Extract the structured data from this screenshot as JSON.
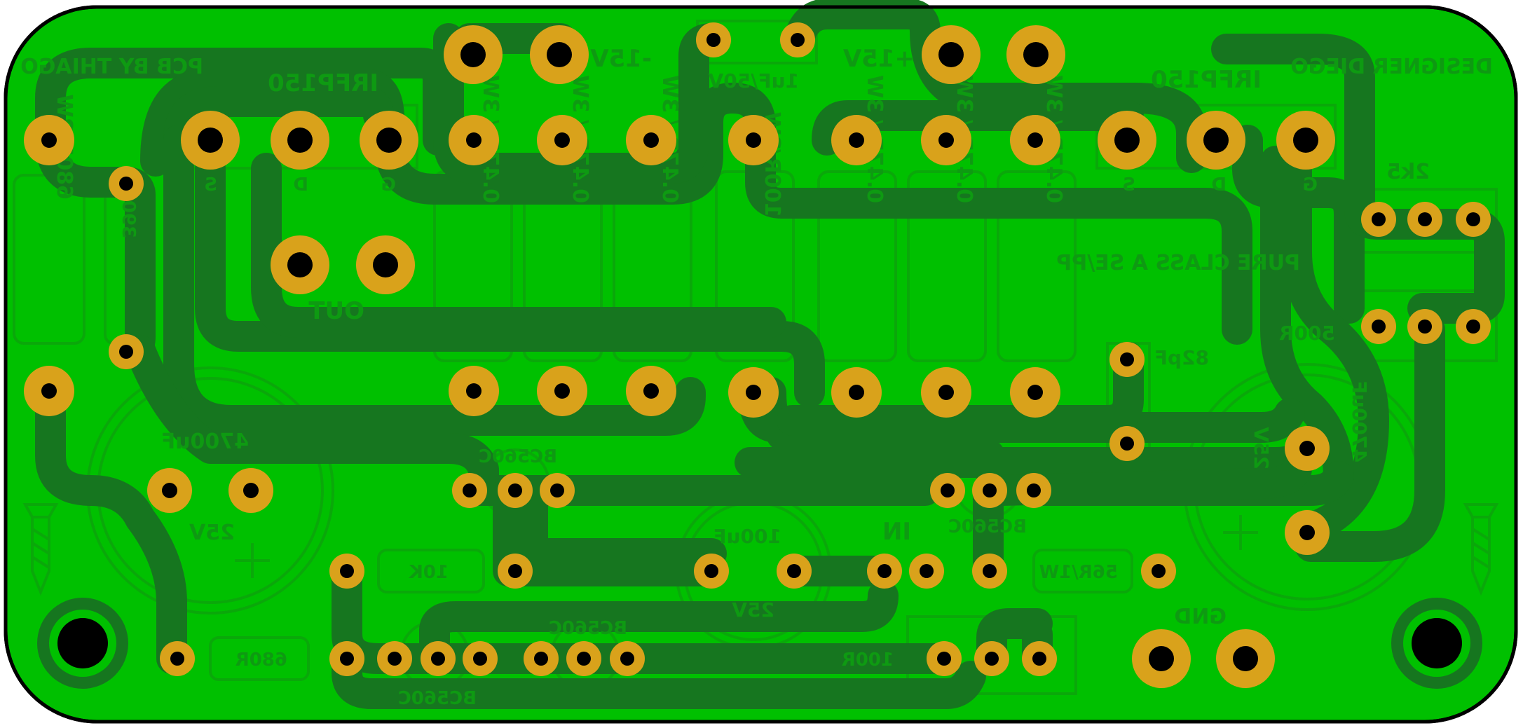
{
  "board": {
    "colors": {
      "substrate": "#00c000",
      "track": "#16761f",
      "pad": "#d9a21b",
      "hole": "#000000",
      "outline": "#000000",
      "silk": "#0e9a12"
    }
  },
  "labels": {
    "pcb_by": "PCB BY THIAGO",
    "designer": "DESIGNER DIEGO",
    "neg_rail": "-15V",
    "pos_rail": "+15V",
    "cap_1uf": "1uF/50V",
    "irf_left": "IRFP150",
    "irf_right": "IRFP150",
    "pin_s_left": "S",
    "pin_d_left": "D",
    "pin_g_left": "G",
    "pin_s_right": "S",
    "pin_d_right": "D",
    "pin_g_right": "G",
    "out": "OUT",
    "r_680_2w": "680R/2W",
    "r_390": "390R",
    "r_047_1": "0.47R / 3W",
    "r_047_2": "0.47R / 3W",
    "r_047_3": "0.47R / 3W",
    "r_100_2w": "100R/2W",
    "r_047_4": "0.47R / 3W",
    "r_047_5": "0.47R / 3W",
    "r_047_6": "0.47R / 3W",
    "r_2k5": "2k5",
    "class": "PURE CLASS A SE/PP",
    "r_500": "500R",
    "cap_82pf": "82pF",
    "cap_4700": "4700uF",
    "cap_4700_v": "25V",
    "bc560c_1": "BC560C",
    "bc560c_2": "BC560C",
    "bc560c_3": "BC560C",
    "bc560c_4": "BC560C",
    "cap_100uf": "100uF",
    "cap_100uf_v": "25V",
    "in": "IN",
    "r_10k": "10K",
    "r_56r": "56R/1W",
    "r_680": "680R",
    "r_100": "100R",
    "gnd": "GND",
    "cap_right": "4700uF",
    "cap_right_v": "25V"
  }
}
